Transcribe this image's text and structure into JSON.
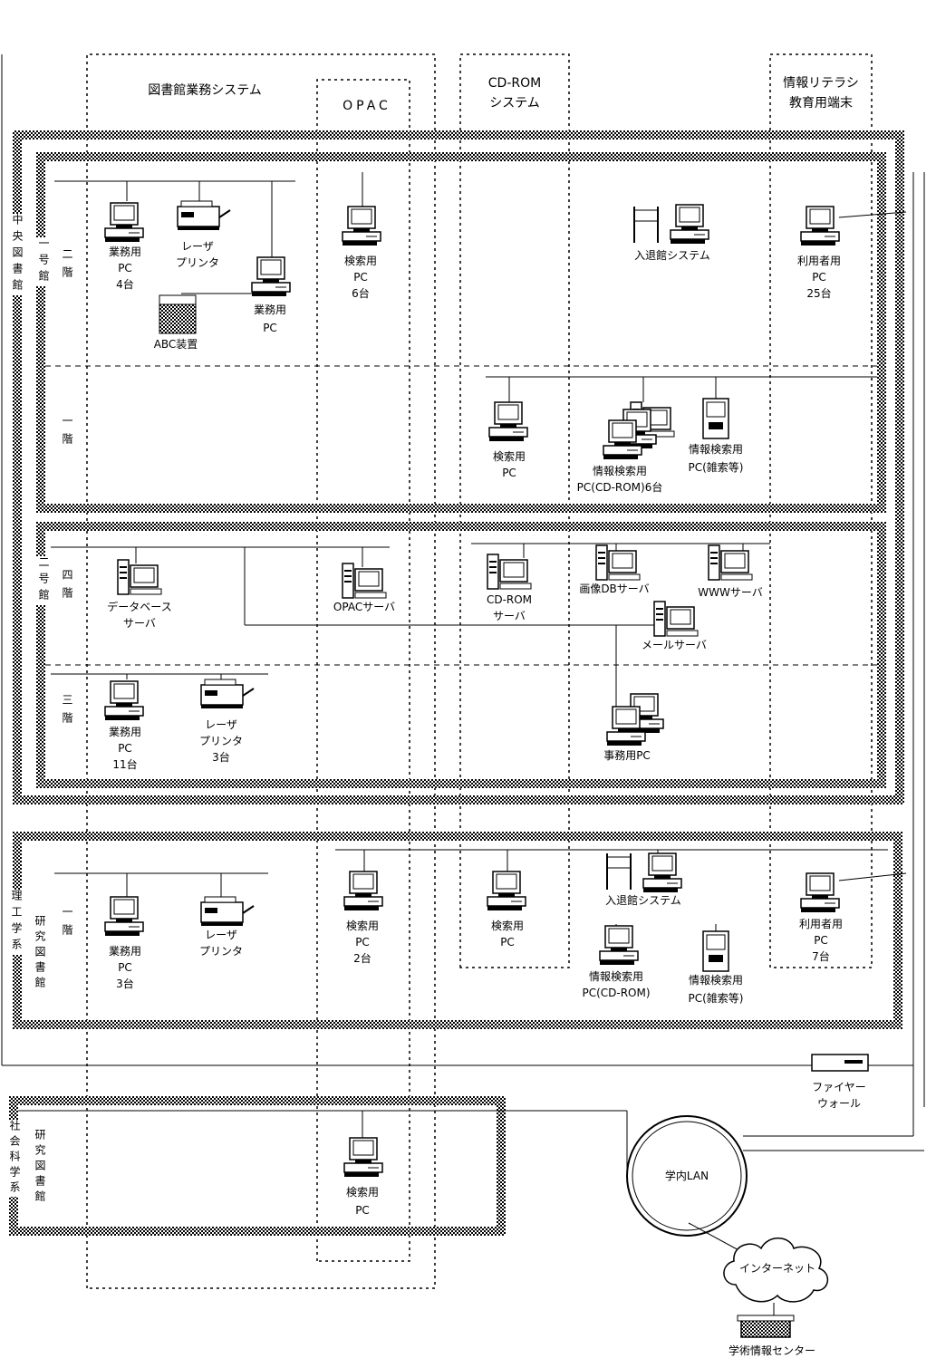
{
  "headers": {
    "library_system": "図書館業務システム",
    "opac": "OPAC",
    "cdrom_1": "CD-ROM",
    "cdrom_2": "システム",
    "literacy_1": "情報リテラシ",
    "literacy_2": "教育用端末"
  },
  "buildings": {
    "central_library": "中央図書館",
    "bldg1": "一号館",
    "bldg2": "二号館",
    "sci_eng_1": "理工学系",
    "sci_eng_2": "研究図書館",
    "social_1": "社会科学系",
    "social_2": "研究図書館"
  },
  "floors": {
    "b1_f2": "二階",
    "b1_f1": "一階",
    "b2_f4": "四階",
    "b2_f3": "三階",
    "sci_f1": "一階"
  },
  "labels": {
    "work_pc4": [
      "業務用",
      "PC",
      "4台"
    ],
    "laser1": [
      "レーザ",
      "プリンタ"
    ],
    "work_pc": [
      "業務用",
      "PC"
    ],
    "abc": "ABC装置",
    "search_pc6": [
      "検索用",
      "PC",
      "6台"
    ],
    "gate1": "入退館システム",
    "user_pc25": [
      "利用者用",
      "PC",
      "25台"
    ],
    "search_pc_1f": [
      "検索用",
      "PC"
    ],
    "info_cdrom6": [
      "情報検索用",
      "PC(CD-ROM)6台"
    ],
    "info_misc1": [
      "情報検索用",
      "PC(雑索等)"
    ],
    "db_server": [
      "データベース",
      "サーバ"
    ],
    "opac_server": "OPACサーバ",
    "cdrom_server": [
      "CD-ROM",
      "サーバ"
    ],
    "image_db": "画像DBサーバ",
    "www": "WWWサーバ",
    "mail": "メールサーバ",
    "work_pc11": [
      "業務用",
      "PC",
      "11台"
    ],
    "laser3": [
      "レーザ",
      "プリンタ",
      "3台"
    ],
    "office_pc": "事務用PC",
    "work_pc3": [
      "業務用",
      "PC",
      "3台"
    ],
    "laser_sci": [
      "レーザ",
      "プリンタ"
    ],
    "search_pc2": [
      "検索用",
      "PC",
      "2台"
    ],
    "search_pc_sci": [
      "検索用",
      "PC"
    ],
    "gate2": "入退館システム",
    "info_cdrom": [
      "情報検索用",
      "PC(CD-ROM)"
    ],
    "info_misc2": [
      "情報検索用",
      "PC(雑索等)"
    ],
    "user_pc7": [
      "利用者用",
      "PC",
      "7台"
    ],
    "firewall": [
      "ファイヤー",
      "ウォール"
    ],
    "search_pc_soc": [
      "検索用",
      "PC"
    ],
    "lan": "学内LAN",
    "internet": "インターネット",
    "center": "学術情報センター"
  }
}
